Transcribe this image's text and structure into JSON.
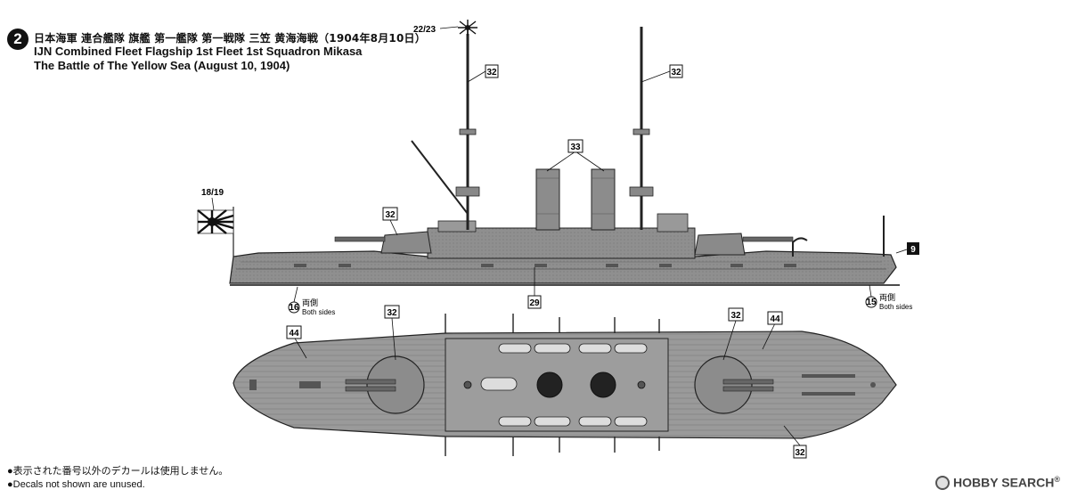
{
  "title": {
    "step": "2",
    "jp": "日本海軍 連合艦隊 旗艦 第一艦隊 第一戦隊 三笠 黄海海戦（1904年8月10日）",
    "en_line1": "IJN Combined Fleet Flagship 1st Fleet 1st Squadron Mikasa",
    "en_line2": "The Battle of The Yellow Sea (August 10, 1904)"
  },
  "callouts": {
    "c2223": "22/23",
    "c1819": "18/19",
    "c32_mast_fore": "32",
    "c32_mast_main": "32",
    "c33": "33",
    "c32_turret_side": "32",
    "c9": "9",
    "c29": "29",
    "c16": "16",
    "c15": "15",
    "c44_left": "44",
    "c32_top_left": "32",
    "c32_top_right": "32",
    "c44_right": "44",
    "c32_bottom": "32"
  },
  "side_labels": {
    "both_jp": "両側",
    "both_en": "Both sides"
  },
  "notes": {
    "jp": "●表示された番号以外のデカールは使用しません。",
    "en": "●Decals not shown are unused."
  },
  "watermark": {
    "brand": "HOBBY SEARCH",
    "mark": "®"
  }
}
